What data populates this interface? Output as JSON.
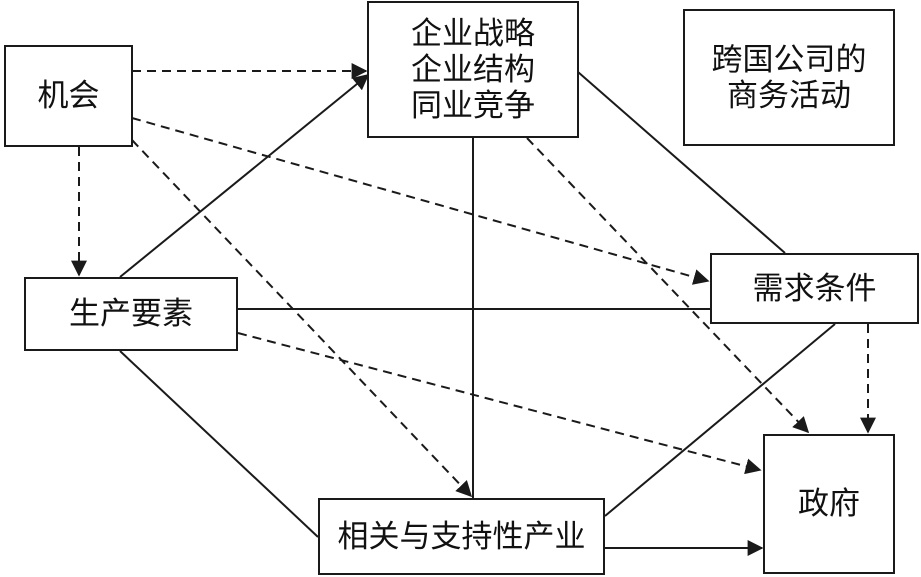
{
  "nodes": {
    "opportunity": {
      "label": "机会"
    },
    "strategy": {
      "lines": [
        "企业战略",
        "企业结构",
        "同业竞争"
      ]
    },
    "multinational": {
      "lines": [
        "跨国公司的",
        "商务活动"
      ]
    },
    "factor": {
      "label": "生产要素"
    },
    "demand": {
      "label": "需求条件"
    },
    "related": {
      "label": "相关与支持性产业"
    },
    "government": {
      "label": "政府"
    }
  }
}
